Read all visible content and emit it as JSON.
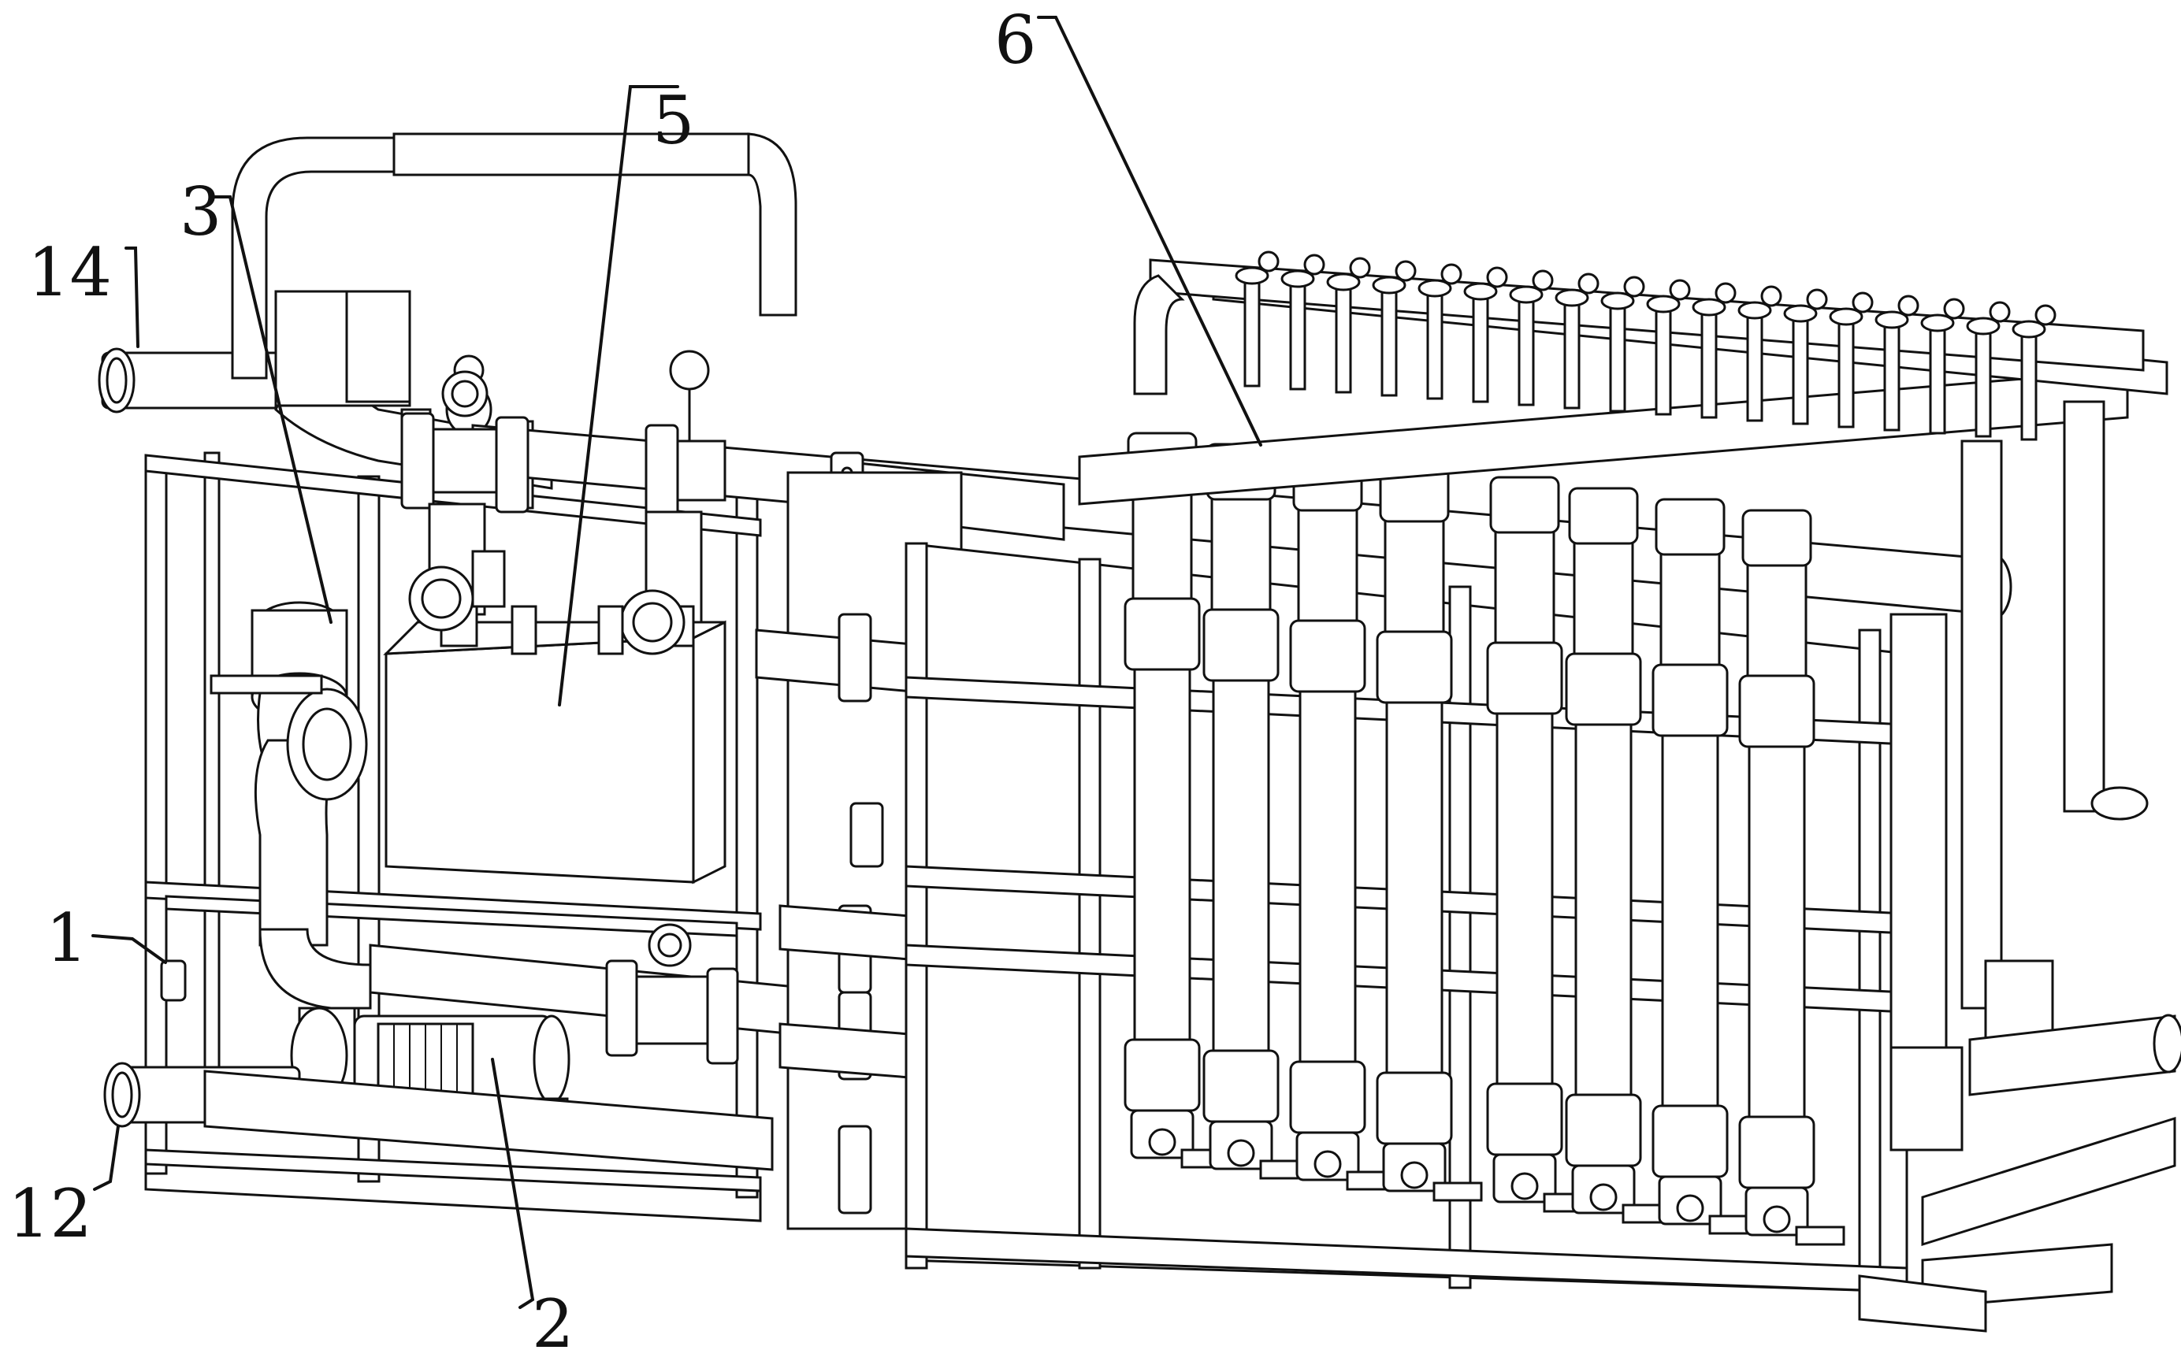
{
  "labels": {
    "l1": "1",
    "l2": "2",
    "l3": "3",
    "l5": "5",
    "l6": "6",
    "l12": "12",
    "l14": "14"
  },
  "colors": {
    "line": "#111111",
    "background": "#ffffff"
  }
}
